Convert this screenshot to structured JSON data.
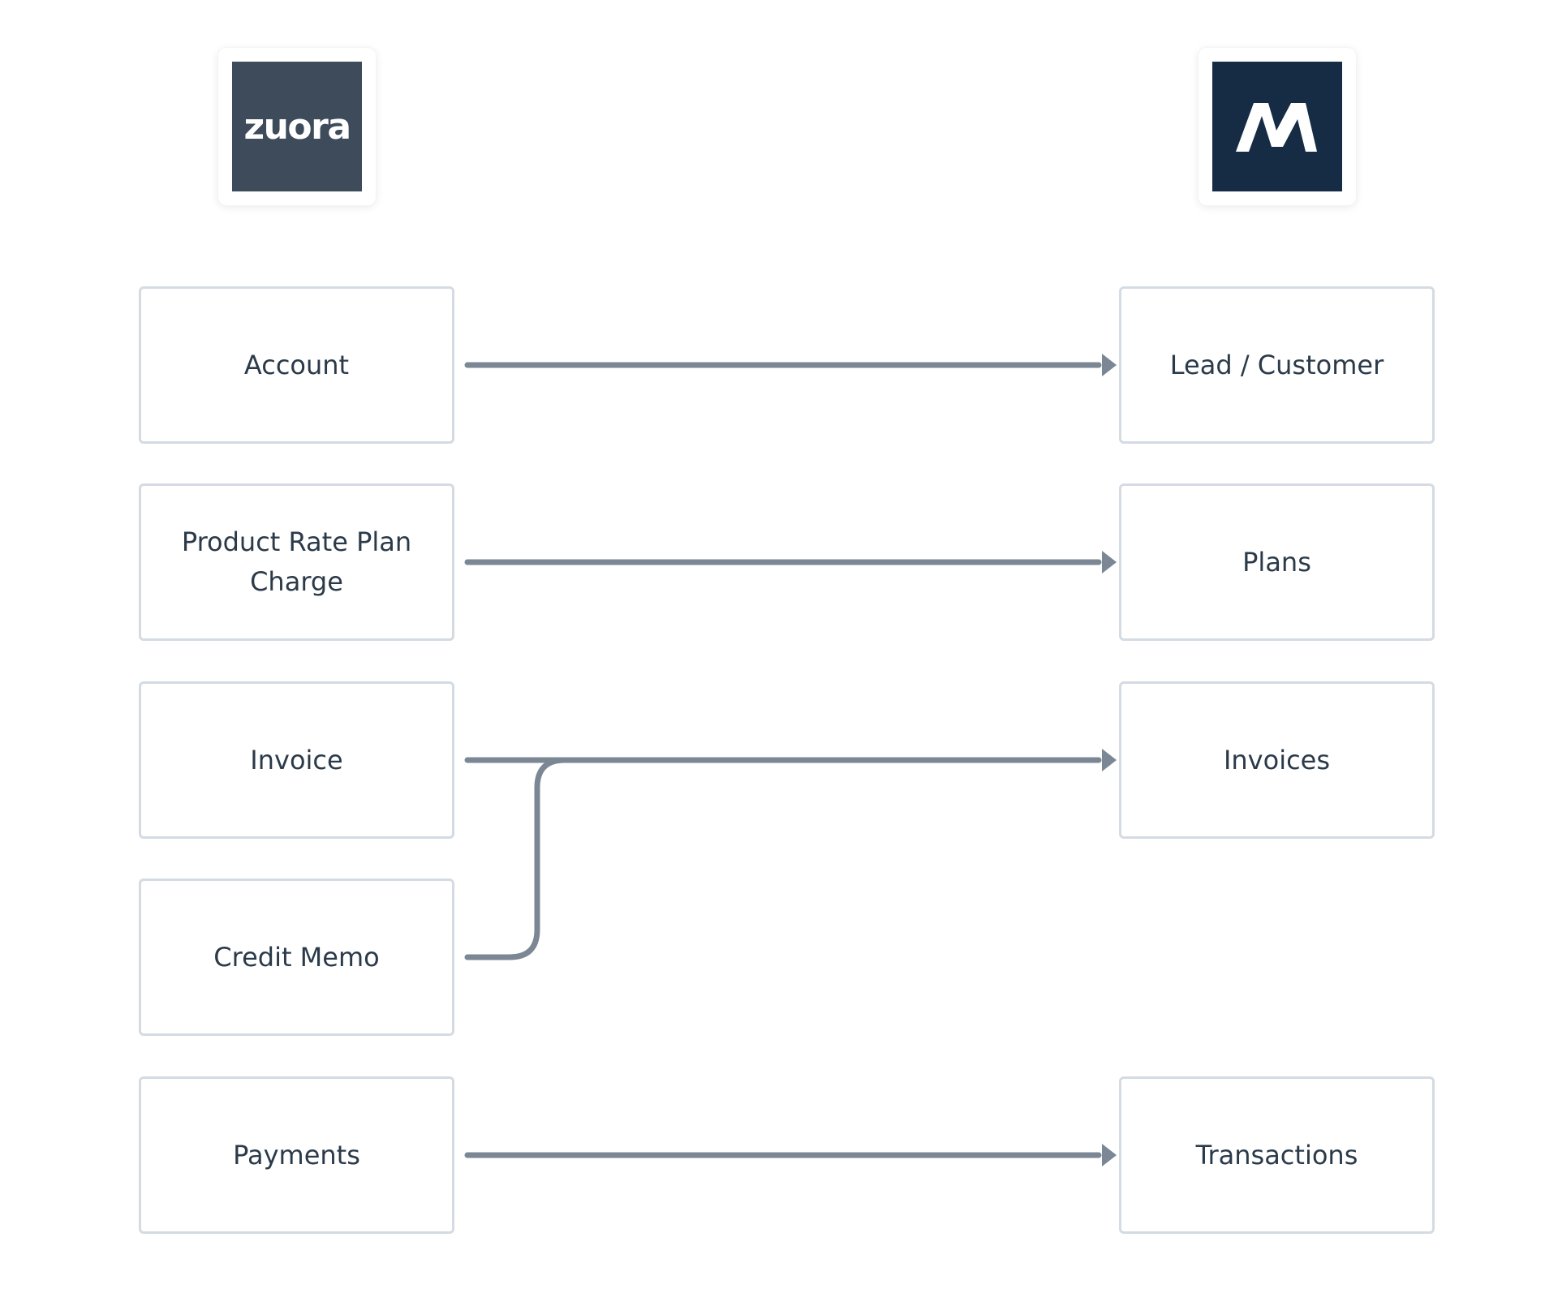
{
  "logos": {
    "source": {
      "icon": "zuora-logo",
      "wordmark": "zuora",
      "background": "#3d4b5b"
    },
    "target": {
      "icon": "chartmogul-logo",
      "background": "#162c45"
    }
  },
  "source_objects": [
    {
      "id": "account",
      "label": "Account"
    },
    {
      "id": "product-rate-plan-charge",
      "label": "Product Rate Plan Charge"
    },
    {
      "id": "invoice",
      "label": "Invoice"
    },
    {
      "id": "credit-memo",
      "label": "Credit Memo"
    },
    {
      "id": "payments",
      "label": "Payments"
    }
  ],
  "target_objects": [
    {
      "id": "lead-customer",
      "label": "Lead / Customer"
    },
    {
      "id": "plans",
      "label": "Plans"
    },
    {
      "id": "invoices",
      "label": "Invoices"
    },
    {
      "id": "transactions",
      "label": "Transactions"
    }
  ],
  "mappings": [
    {
      "from": "Account",
      "to": "Lead / Customer"
    },
    {
      "from": "Product Rate Plan Charge",
      "to": "Plans"
    },
    {
      "from": "Invoice",
      "to": "Invoices"
    },
    {
      "from": "Credit Memo",
      "to": "Invoices"
    },
    {
      "from": "Payments",
      "to": "Transactions"
    }
  ],
  "colors": {
    "connector": "#7b8794",
    "box_border": "#d4dbe2",
    "text": "#2b3a49"
  }
}
